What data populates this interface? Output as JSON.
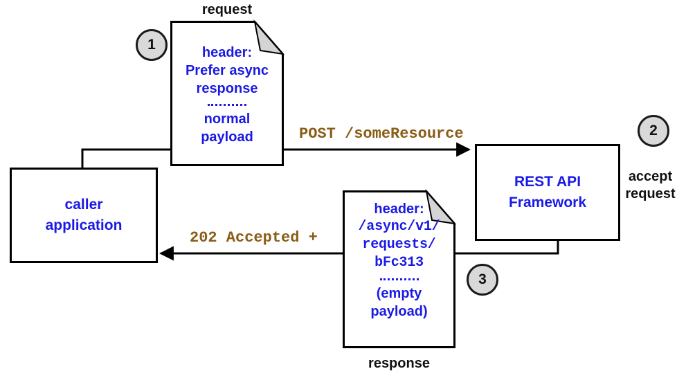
{
  "diagram": {
    "title_caption_top": "request",
    "title_caption_bottom": "response",
    "colors": {
      "node_text": "#1a19e6",
      "edge_label": "#8a5c16",
      "stroke": "#000000",
      "badge_fill": "#d9d9d9",
      "background": "#ffffff"
    }
  },
  "nodes": {
    "caller": {
      "label": "caller\napplication"
    },
    "rest_api": {
      "label": "REST API\nFramework"
    },
    "request_doc": {
      "caption": "request",
      "header_label": "header:",
      "header_value_lines": [
        "Prefer async",
        "response"
      ],
      "payload_lines": [
        "normal",
        "payload"
      ]
    },
    "response_doc": {
      "caption": "response",
      "header_label": "header:",
      "header_value_lines": [
        "/async/v1/",
        "requests/",
        "bFc313"
      ],
      "payload_lines": [
        "(empty",
        "payload)"
      ]
    }
  },
  "edges": {
    "request": {
      "label": "POST /someResource"
    },
    "response": {
      "label": "202 Accepted +"
    }
  },
  "badges": [
    {
      "number": "1",
      "note": ""
    },
    {
      "number": "2",
      "note": "accept\nrequest"
    },
    {
      "number": "3",
      "note": ""
    }
  ]
}
